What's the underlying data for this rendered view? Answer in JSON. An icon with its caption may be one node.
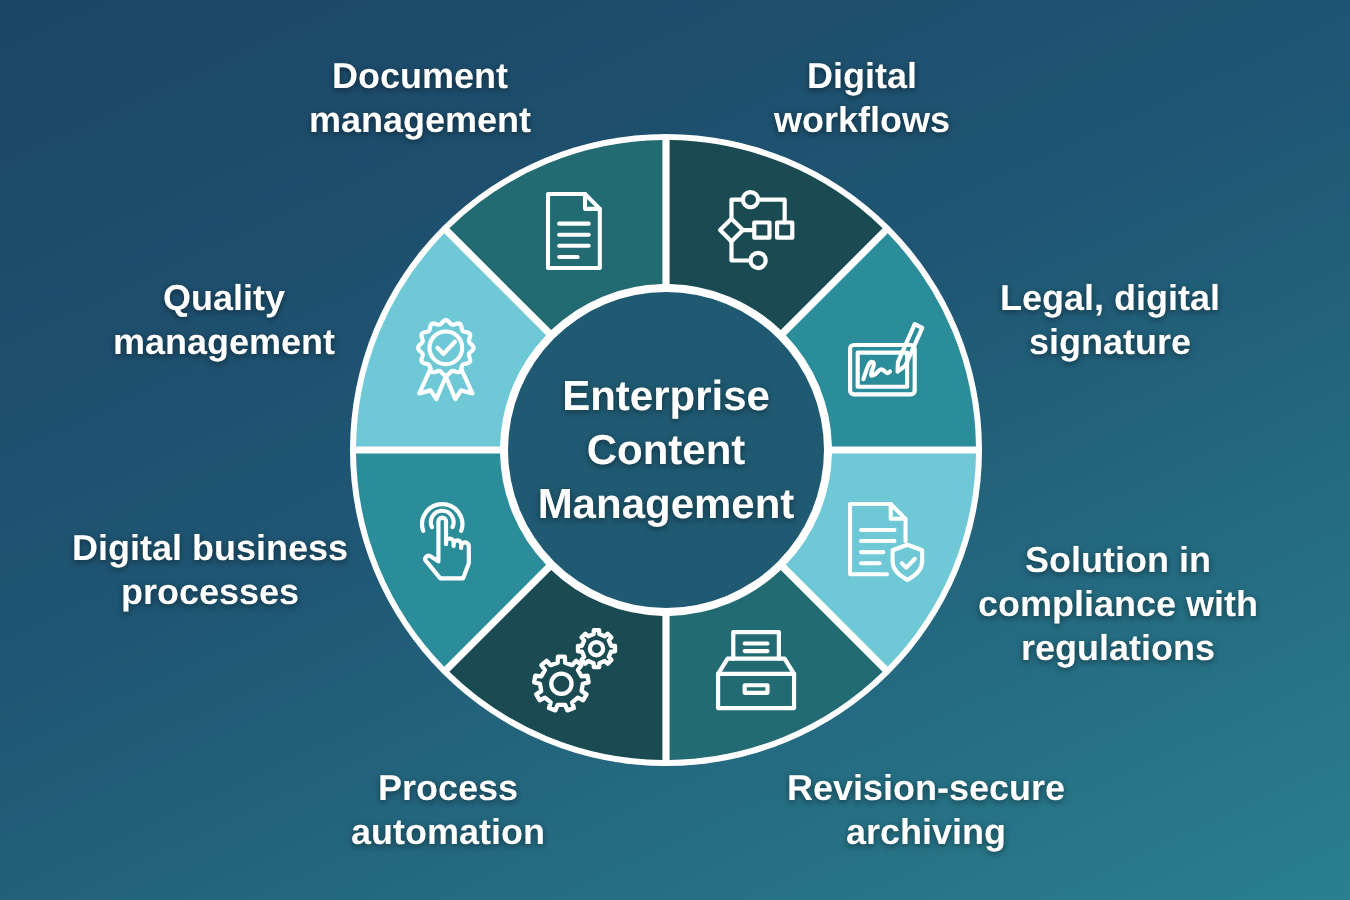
{
  "diagram": {
    "nodes": [
      {
        "text": [
          "Enterprise Content Management"
        ]
      },
      {
        "text": [
          "Document management"
        ]
      },
      {
        "text": [
          "Digital workflows"
        ]
      },
      {
        "text": [
          "Legal, digital signature"
        ]
      },
      {
        "text": [
          "Solution in compliance with regulations"
        ]
      },
      {
        "text": [
          "Revision-secure archiving"
        ]
      },
      {
        "text": [
          "Process automation"
        ]
      },
      {
        "text": [
          "Digital business processes"
        ]
      },
      {
        "text": [
          "Quality management"
        ]
      }
    ]
  }
}
